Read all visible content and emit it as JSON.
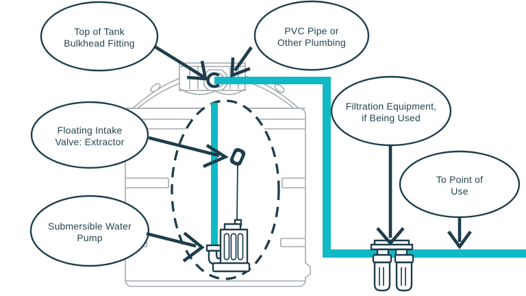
{
  "diagram": {
    "colors": {
      "pipe": "#10b9c6",
      "ink": "#1d3d4c",
      "text": "#24434f",
      "tank": "#a3a9ad",
      "background": "#ffffff"
    },
    "callouts": {
      "bulkhead": {
        "line1": "Top of Tank",
        "line2": "Bulkhead Fitting"
      },
      "pvc": {
        "line1": "PVC Pipe or",
        "line2": "Other Plumbing"
      },
      "filtration": {
        "line1": "Filtration Equipment,",
        "line2": "if Being Used"
      },
      "point_of_use": {
        "line1": "To Point of",
        "line2": "Use"
      },
      "float_valve": {
        "line1": "Floating Intake",
        "line2": "Valve: Extractor"
      },
      "pump": {
        "line1": "Submersible Water",
        "line2": "Pump"
      }
    }
  }
}
